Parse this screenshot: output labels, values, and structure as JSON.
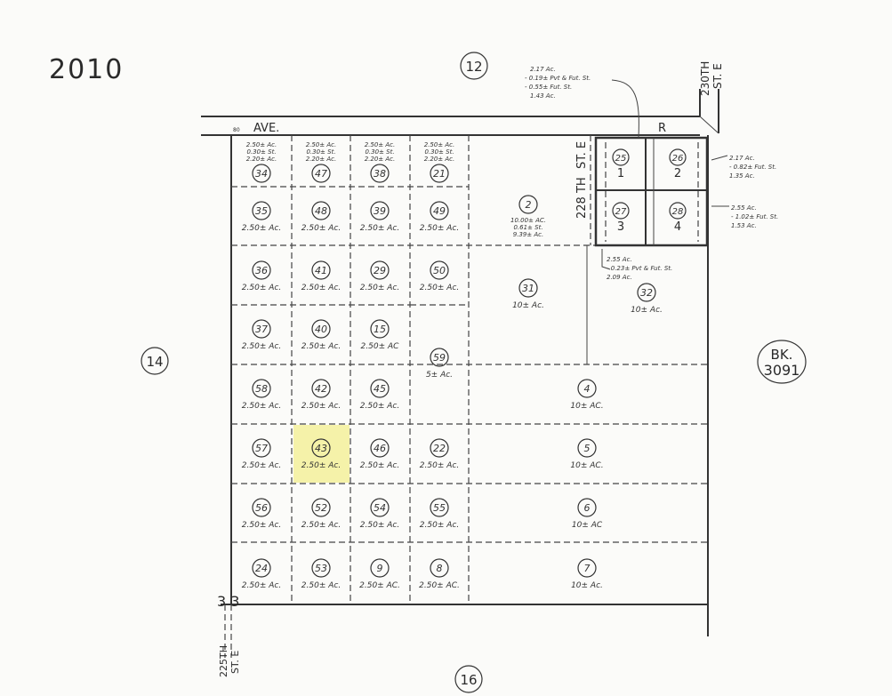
{
  "stamp_year": "2010",
  "adjoining": {
    "north": "12",
    "west": "14",
    "south": "16",
    "east_book": "BK.",
    "east_number": "3091"
  },
  "roads": {
    "ave": "AVE.",
    "r": "R",
    "ave_width": "80",
    "st230_a": "230TH",
    "st230_b": "ST. E",
    "st228_a": "228 TH",
    "st228_b": "ST. E",
    "st225_a": "225TH",
    "st225_b": "ST. E"
  },
  "corner_label": "3 3",
  "parcels": [
    {
      "no": "34",
      "area": "2.50± Ac.",
      "sub": "0.30± St.",
      "net": "2.20± Ac.",
      "col": 0,
      "row": 0
    },
    {
      "no": "47",
      "area": "2.50± Ac.",
      "sub": "0.30± St.",
      "net": "2.20± Ac.",
      "col": 1,
      "row": 0
    },
    {
      "no": "38",
      "area": "2.50± Ac.",
      "sub": "0.30± St.",
      "net": "2.20± Ac.",
      "col": 2,
      "row": 0
    },
    {
      "no": "21",
      "area": "2.50± Ac.",
      "sub": "0.30± St.",
      "net": "2.20± Ac.",
      "col": 3,
      "row": 0
    },
    {
      "no": "35",
      "area": "2.50± Ac.",
      "col": 0,
      "row": 1
    },
    {
      "no": "48",
      "area": "2.50± Ac.",
      "col": 1,
      "row": 1
    },
    {
      "no": "39",
      "area": "2.50± Ac.",
      "col": 2,
      "row": 1
    },
    {
      "no": "49",
      "area": "2.50± Ac.",
      "col": 3,
      "row": 1
    },
    {
      "no": "36",
      "area": "2.50± Ac.",
      "col": 0,
      "row": 2
    },
    {
      "no": "41",
      "area": "2.50± Ac.",
      "col": 1,
      "row": 2
    },
    {
      "no": "29",
      "area": "2.50± Ac.",
      "col": 2,
      "row": 2
    },
    {
      "no": "50",
      "area": "2.50± Ac.",
      "col": 3,
      "row": 2
    },
    {
      "no": "37",
      "area": "2.50± Ac.",
      "col": 0,
      "row": 3
    },
    {
      "no": "40",
      "area": "2.50± Ac.",
      "col": 1,
      "row": 3
    },
    {
      "no": "15",
      "area": "2.50± AC",
      "col": 2,
      "row": 3
    },
    {
      "no": "58",
      "area": "2.50± Ac.",
      "col": 0,
      "row": 4
    },
    {
      "no": "42",
      "area": "2.50± Ac.",
      "col": 1,
      "row": 4
    },
    {
      "no": "45",
      "area": "2.50± Ac.",
      "col": 2,
      "row": 4
    },
    {
      "no": "59",
      "area": "5± Ac.",
      "col": 3,
      "row": 4
    },
    {
      "no": "57",
      "area": "2.50± Ac.",
      "col": 0,
      "row": 5
    },
    {
      "no": "43",
      "area": "2.50± Ac.",
      "col": 1,
      "row": 5
    },
    {
      "no": "46",
      "area": "2.50± Ac.",
      "col": 2,
      "row": 5
    },
    {
      "no": "22",
      "area": "2.50± Ac.",
      "col": 3,
      "row": 5
    },
    {
      "no": "56",
      "area": "2.50± Ac.",
      "col": 0,
      "row": 6
    },
    {
      "no": "52",
      "area": "2.50± Ac.",
      "col": 1,
      "row": 6
    },
    {
      "no": "54",
      "area": "2.50± Ac.",
      "col": 2,
      "row": 6
    },
    {
      "no": "55",
      "area": "2.50± Ac.",
      "col": 3,
      "row": 6
    },
    {
      "no": "24",
      "area": "2.50± Ac.",
      "col": 0,
      "row": 7
    },
    {
      "no": "53",
      "area": "2.50± Ac.",
      "col": 1,
      "row": 7
    },
    {
      "no": "9",
      "area": "2.50± AC.",
      "col": 2,
      "row": 7
    },
    {
      "no": "8",
      "area": "2.50± AC.",
      "col": 3,
      "row": 7
    },
    {
      "no": "2",
      "area": "10.00± AC.",
      "sub": "0.61± St.",
      "net": "9.39± Ac.",
      "col": "big2",
      "row": 0
    },
    {
      "no": "31",
      "area": "10± Ac.",
      "col": "big31",
      "row": 0
    },
    {
      "no": "32",
      "area": "10± Ac.",
      "col": "big32",
      "row": 0
    },
    {
      "no": "4",
      "area": "10± AC.",
      "col": "wide",
      "row": 4
    },
    {
      "no": "5",
      "area": "10± AC.",
      "col": "wide",
      "row": 5
    },
    {
      "no": "6",
      "area": "10± AC",
      "col": "wide",
      "row": 6
    },
    {
      "no": "7",
      "area": "10± Ac.",
      "col": "wide",
      "row": 7
    }
  ],
  "tract_lots": [
    {
      "parcel": "25",
      "lot": "1",
      "cell": "tl"
    },
    {
      "parcel": "26",
      "lot": "2",
      "cell": "tr"
    },
    {
      "parcel": "27",
      "lot": "3",
      "cell": "bl"
    },
    {
      "parcel": "28",
      "lot": "4",
      "cell": "br"
    }
  ],
  "notes": {
    "top": [
      "2.17 Ac.",
      "- 0.19± Pvt & Fut. St.",
      "- 0.55± Fut. St.",
      "1.43 Ac."
    ],
    "right_top": [
      "2.17 Ac.",
      "- 0.82± Fut. St.",
      "1.35 Ac."
    ],
    "right_mid": [
      "2.55 Ac.",
      "- 1.02± Fut. St.",
      "1.53 Ac."
    ],
    "below": [
      "2.55 Ac.",
      "- 0.23± Pvt & Fut. St.",
      "2.09 Ac."
    ]
  }
}
